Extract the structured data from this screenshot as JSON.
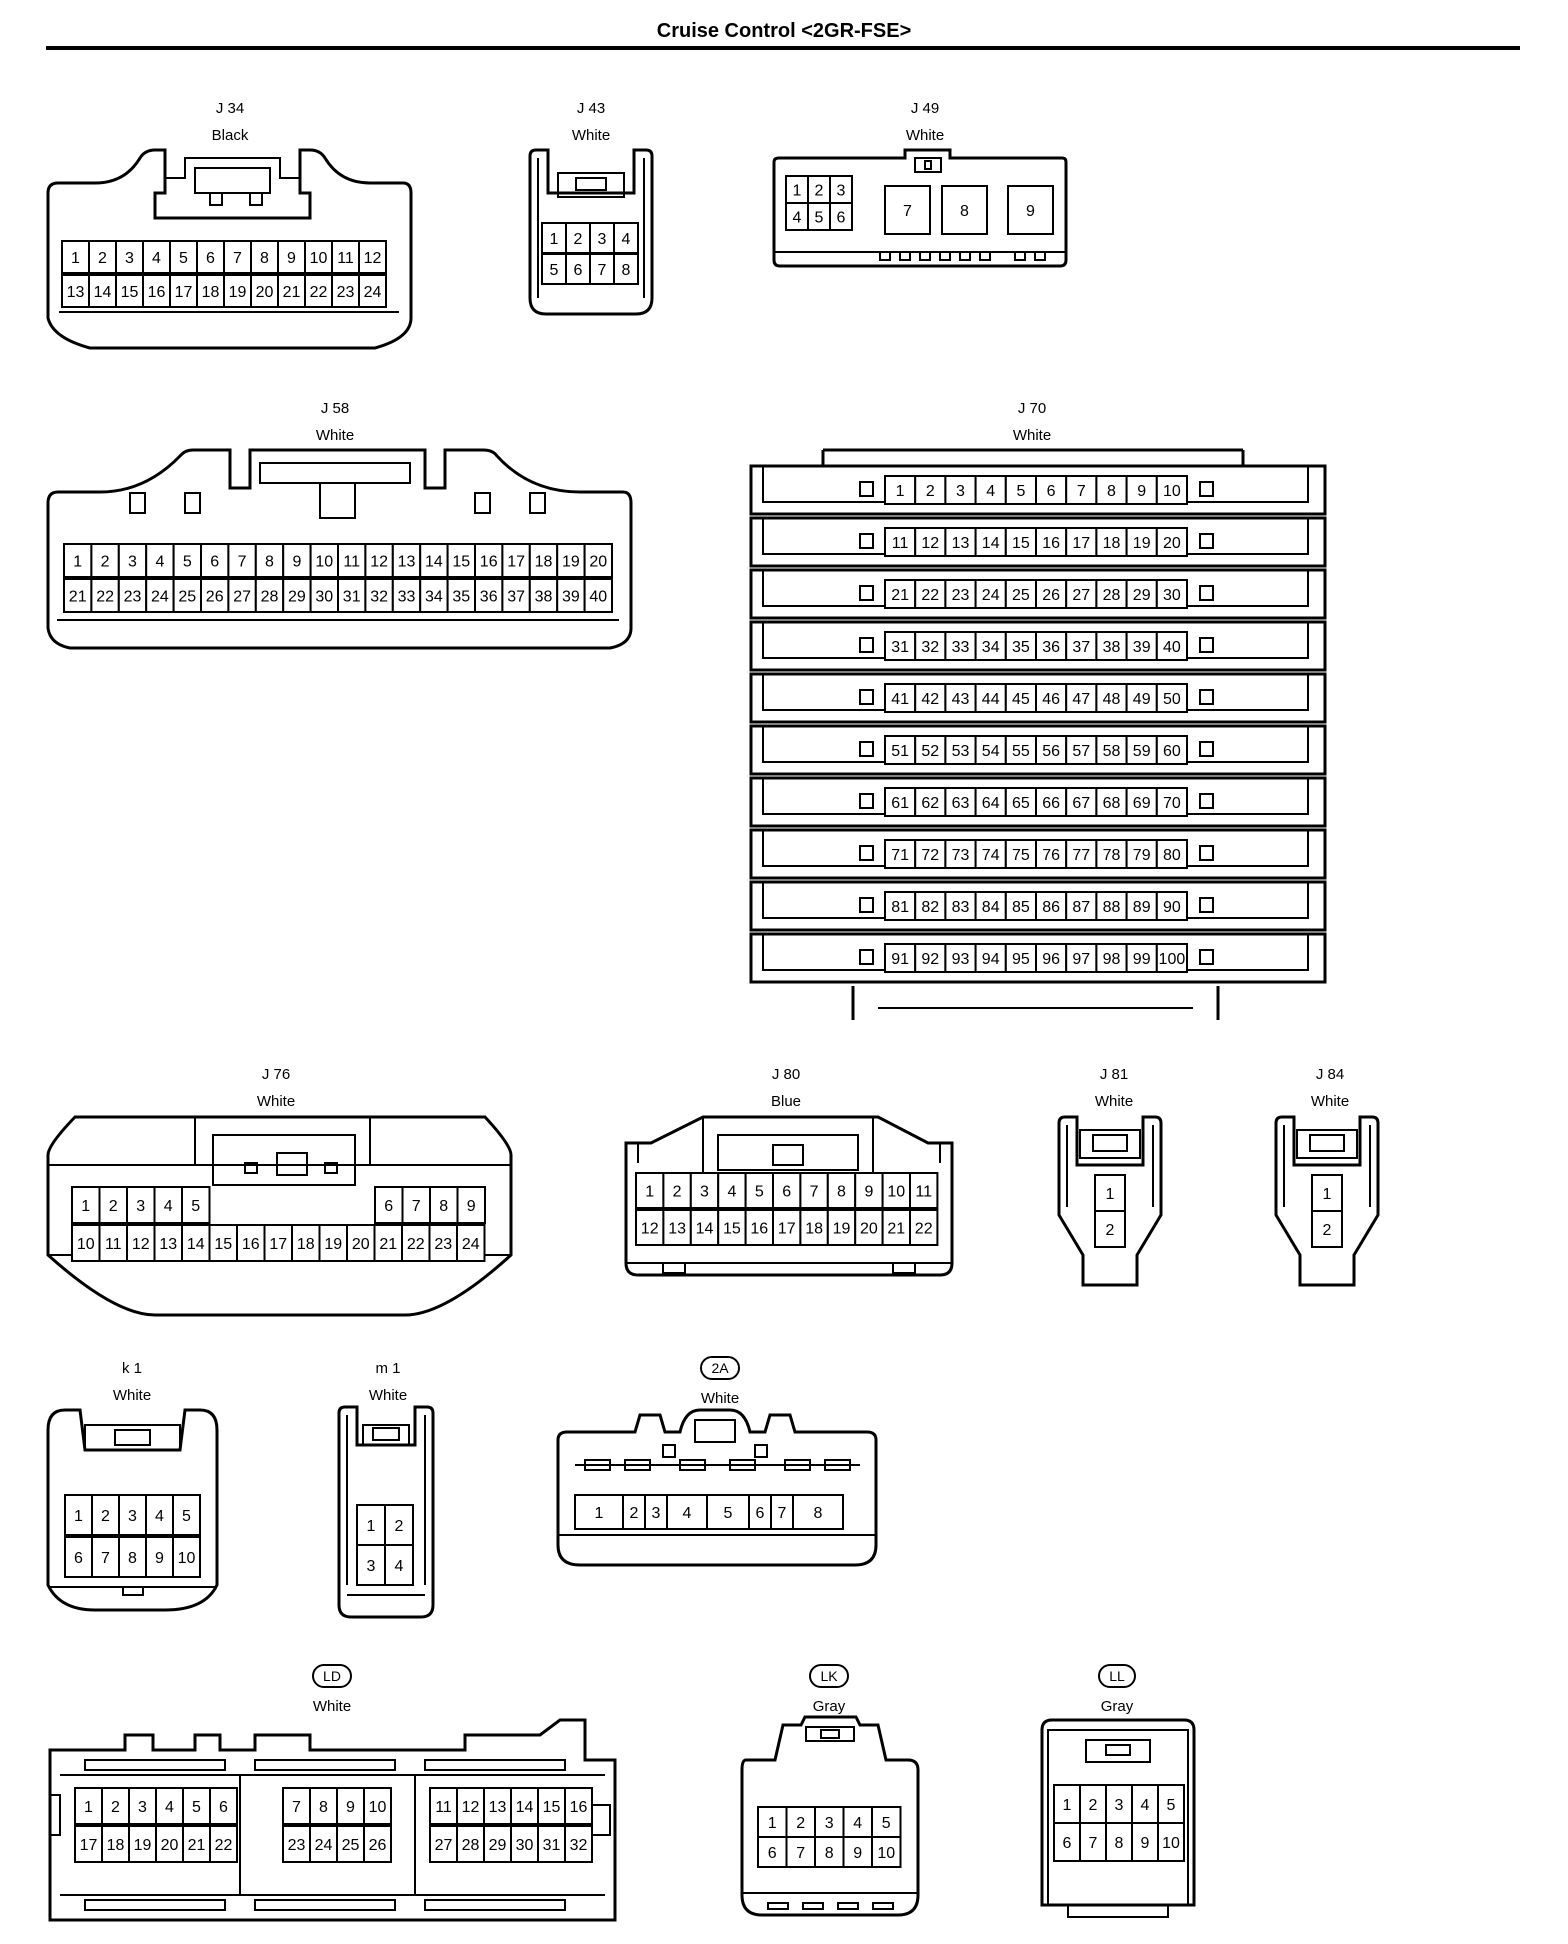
{
  "title": "Cruise Control <2GR-FSE>",
  "connectors": {
    "j34": {
      "code": "J 34",
      "color": "Black",
      "rows": [
        [
          "1",
          "2",
          "3",
          "4",
          "5",
          "6",
          "7",
          "8",
          "9",
          "10",
          "11",
          "12"
        ],
        [
          "13",
          "14",
          "15",
          "16",
          "17",
          "18",
          "19",
          "20",
          "21",
          "22",
          "23",
          "24"
        ]
      ]
    },
    "j43": {
      "code": "J 43",
      "color": "White",
      "rows": [
        [
          "1",
          "2",
          "3",
          "4"
        ],
        [
          "5",
          "6",
          "7",
          "8"
        ]
      ]
    },
    "j49": {
      "code": "J 49",
      "color": "White",
      "rows": [
        [
          "1",
          "2",
          "3"
        ],
        [
          "4",
          "5",
          "6"
        ]
      ],
      "big": [
        "7",
        "8",
        "9"
      ]
    },
    "j58": {
      "code": "J 58",
      "color": "White",
      "rows": [
        [
          "1",
          "2",
          "3",
          "4",
          "5",
          "6",
          "7",
          "8",
          "9",
          "10",
          "11",
          "12",
          "13",
          "14",
          "15",
          "16",
          "17",
          "18",
          "19",
          "20"
        ],
        [
          "21",
          "22",
          "23",
          "24",
          "25",
          "26",
          "27",
          "28",
          "29",
          "30",
          "31",
          "32",
          "33",
          "34",
          "35",
          "36",
          "37",
          "38",
          "39",
          "40"
        ]
      ]
    },
    "j70": {
      "code": "J 70",
      "color": "White",
      "rows": [
        [
          "1",
          "2",
          "3",
          "4",
          "5",
          "6",
          "7",
          "8",
          "9",
          "10"
        ],
        [
          "11",
          "12",
          "13",
          "14",
          "15",
          "16",
          "17",
          "18",
          "19",
          "20"
        ],
        [
          "21",
          "22",
          "23",
          "24",
          "25",
          "26",
          "27",
          "28",
          "29",
          "30"
        ],
        [
          "31",
          "32",
          "33",
          "34",
          "35",
          "36",
          "37",
          "38",
          "39",
          "40"
        ],
        [
          "41",
          "42",
          "43",
          "44",
          "45",
          "46",
          "47",
          "48",
          "49",
          "50"
        ],
        [
          "51",
          "52",
          "53",
          "54",
          "55",
          "56",
          "57",
          "58",
          "59",
          "60"
        ],
        [
          "61",
          "62",
          "63",
          "64",
          "65",
          "66",
          "67",
          "68",
          "69",
          "70"
        ],
        [
          "71",
          "72",
          "73",
          "74",
          "75",
          "76",
          "77",
          "78",
          "79",
          "80"
        ],
        [
          "81",
          "82",
          "83",
          "84",
          "85",
          "86",
          "87",
          "88",
          "89",
          "90"
        ],
        [
          "91",
          "92",
          "93",
          "94",
          "95",
          "96",
          "97",
          "98",
          "99",
          "100"
        ]
      ]
    },
    "j76": {
      "code": "J 76",
      "color": "White",
      "top_left": [
        "1",
        "2",
        "3",
        "4",
        "5"
      ],
      "top_right": [
        "6",
        "7",
        "8",
        "9"
      ],
      "bottom": [
        "10",
        "11",
        "12",
        "13",
        "14",
        "15",
        "16",
        "17",
        "18",
        "19",
        "20",
        "21",
        "22",
        "23",
        "24"
      ]
    },
    "j80": {
      "code": "J 80",
      "color": "Blue",
      "rows": [
        [
          "1",
          "2",
          "3",
          "4",
          "5",
          "6",
          "7",
          "8",
          "9",
          "10",
          "11"
        ],
        [
          "12",
          "13",
          "14",
          "15",
          "16",
          "17",
          "18",
          "19",
          "20",
          "21",
          "22"
        ]
      ]
    },
    "j81": {
      "code": "J 81",
      "color": "White",
      "pins": [
        "1",
        "2"
      ]
    },
    "j84": {
      "code": "J 84",
      "color": "White",
      "pins": [
        "1",
        "2"
      ]
    },
    "k1": {
      "code": "k 1",
      "color": "White",
      "rows": [
        [
          "1",
          "2",
          "3",
          "4",
          "5"
        ],
        [
          "6",
          "7",
          "8",
          "9",
          "10"
        ]
      ]
    },
    "m1": {
      "code": "m 1",
      "color": "White",
      "rows": [
        [
          "1",
          "2"
        ],
        [
          "3",
          "4"
        ]
      ]
    },
    "c2a": {
      "code": "2A",
      "color": "White",
      "pins": [
        "1",
        "2",
        "3",
        "4",
        "5",
        "6",
        "7",
        "8"
      ]
    },
    "ld": {
      "code": "LD",
      "color": "White",
      "groups": [
        {
          "top": [
            "1",
            "2",
            "3",
            "4",
            "5",
            "6"
          ],
          "bottom": [
            "17",
            "18",
            "19",
            "20",
            "21",
            "22"
          ]
        },
        {
          "top": [
            "7",
            "8",
            "9",
            "10"
          ],
          "bottom": [
            "23",
            "24",
            "25",
            "26"
          ]
        },
        {
          "top": [
            "11",
            "12",
            "13",
            "14",
            "15",
            "16"
          ],
          "bottom": [
            "27",
            "28",
            "29",
            "30",
            "31",
            "32"
          ]
        }
      ]
    },
    "lk": {
      "code": "LK",
      "color": "Gray",
      "rows": [
        [
          "1",
          "2",
          "3",
          "4",
          "5"
        ],
        [
          "6",
          "7",
          "8",
          "9",
          "10"
        ]
      ]
    },
    "ll": {
      "code": "LL",
      "color": "Gray",
      "rows": [
        [
          "1",
          "2",
          "3",
          "4",
          "5"
        ],
        [
          "6",
          "7",
          "8",
          "9",
          "10"
        ]
      ]
    }
  }
}
